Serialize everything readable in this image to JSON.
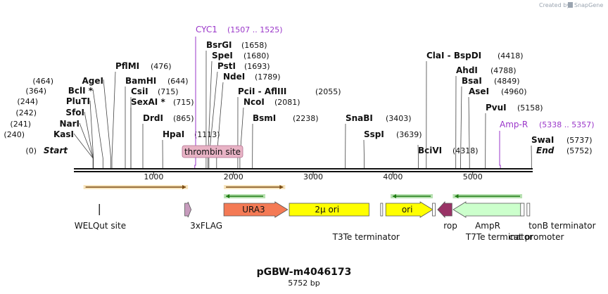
{
  "plasmid": {
    "name": "pGBW-m4046173",
    "size_label": "5752 bp"
  },
  "credit": {
    "prefix": "Created by",
    "brand": "SnapGene"
  },
  "map_scale": {
    "total_bp": 5752,
    "ticks": [
      1000,
      2000,
      3000,
      4000,
      5000
    ]
  },
  "sites": [
    {
      "name": "Start",
      "pos": "(0)",
      "bp": 0,
      "italic": true
    },
    {
      "name": "KasI",
      "pos": "(240)",
      "bp": 240
    },
    {
      "name": "SfoI",
      "pos": "(242)",
      "bp": 242
    },
    {
      "name": "NarI",
      "pos": "(241)",
      "bp": 241
    },
    {
      "name": "PluTI",
      "pos": "(244)",
      "bp": 244
    },
    {
      "name": "BclI *",
      "pos": "(364)",
      "bp": 364
    },
    {
      "name": "AgeI",
      "pos": "(464)",
      "bp": 464
    },
    {
      "name": "PflMI",
      "pos": "(476)",
      "bp": 476
    },
    {
      "name": "BamHI",
      "pos": "(644)",
      "bp": 644
    },
    {
      "name": "CsiI",
      "pos": "(715)",
      "bp": 715
    },
    {
      "name": "SexAI *",
      "pos": "(715)",
      "bp": 715
    },
    {
      "name": "DrdI",
      "pos": "(865)",
      "bp": 865
    },
    {
      "name": "HpaI",
      "pos": "(1113)",
      "bp": 1113
    },
    {
      "name": "BsrGI",
      "pos": "(1658)",
      "bp": 1658
    },
    {
      "name": "SpeI",
      "pos": "(1680)",
      "bp": 1680
    },
    {
      "name": "PstI",
      "pos": "(1693)",
      "bp": 1693
    },
    {
      "name": "NdeI",
      "pos": "(1789)",
      "bp": 1789
    },
    {
      "name": "PciI - AflIII",
      "pos": "(2055)",
      "bp": 2055
    },
    {
      "name": "NcoI",
      "pos": "(2081)",
      "bp": 2081
    },
    {
      "name": "BsmI",
      "pos": "(2238)",
      "bp": 2238
    },
    {
      "name": "SnaBI",
      "pos": "(3403)",
      "bp": 3403
    },
    {
      "name": "SspI",
      "pos": "(3639)",
      "bp": 3639
    },
    {
      "name": "BciVI",
      "pos": "(4318)",
      "bp": 4318
    },
    {
      "name": "ClaI - BspDI",
      "pos": "(4418)",
      "bp": 4418
    },
    {
      "name": "AhdI",
      "pos": "(4788)",
      "bp": 4788
    },
    {
      "name": "BsaI",
      "pos": "(4849)",
      "bp": 4849
    },
    {
      "name": "AseI",
      "pos": "(4960)",
      "bp": 4960
    },
    {
      "name": "PvuI",
      "pos": "(5158)",
      "bp": 5158
    },
    {
      "name": "SwaI",
      "pos": "(5737)",
      "bp": 5737
    },
    {
      "name": "End",
      "pos": "(5752)",
      "bp": 5752,
      "italic": true
    }
  ],
  "primers": [
    {
      "name": "CYC1",
      "range": "(1507 .. 1525)",
      "bp": 1516,
      "color": "#9a36c9"
    },
    {
      "name": "Amp-R",
      "range": "(5338 .. 5357)",
      "bp": 5347,
      "color": "#9a36c9"
    }
  ],
  "thrombin_label": "thrombin site",
  "features": [
    {
      "name": "WELQut site",
      "start": 320,
      "end": 340,
      "shape": "line",
      "color": "#333333",
      "label_pos": "below"
    },
    {
      "name": "3xFLAG",
      "start": 1390,
      "end": 1470,
      "shape": "arrow",
      "color": "#c79bbd",
      "label_pos": "below"
    },
    {
      "name": "URA3",
      "start": 1880,
      "end": 2680,
      "shape": "arrow",
      "color": "#f47a55",
      "label_pos": "inside"
    },
    {
      "name": "2μ ori",
      "start": 2700,
      "end": 3700,
      "shape": "box",
      "color": "#ffff00",
      "label_pos": "inside"
    },
    {
      "name": "T3Te terminator",
      "start": 3845,
      "end": 3870,
      "shape": "box",
      "color": "#ffffff",
      "label_pos": "below"
    },
    {
      "name": "ori",
      "start": 3910,
      "end": 4500,
      "shape": "arrow",
      "color": "#ffff00",
      "label_pos": "inside"
    },
    {
      "name": "T7Te terminator",
      "start": 4495,
      "end": 4530,
      "shape": "box",
      "color": "#ffffff",
      "label_pos": "below"
    },
    {
      "name": "rop",
      "start": 4560,
      "end": 4740,
      "shape": "arrow-left",
      "color": "#993366",
      "label_pos": "below"
    },
    {
      "name": "AmpR",
      "start": 4755,
      "end": 5620,
      "shape": "arrow-left",
      "color": "#ccffcc",
      "label_pos": "below"
    },
    {
      "name": "cat promoter",
      "start": 5600,
      "end": 5645,
      "shape": "box",
      "color": "#ffffff",
      "label_pos": "below"
    },
    {
      "name": "tonB terminator",
      "start": 5680,
      "end": 5715,
      "shape": "box",
      "color": "#ffffff",
      "label_pos": "below"
    }
  ],
  "orfs": [
    {
      "start": 120,
      "end": 1430,
      "direction": "right",
      "color": "#e8b548"
    },
    {
      "start": 1880,
      "end": 2650,
      "direction": "right",
      "color": "#e8b548"
    },
    {
      "start": 1880,
      "end": 2400,
      "direction": "left",
      "color": "#33aa22"
    },
    {
      "start": 3970,
      "end": 4500,
      "direction": "left",
      "color": "#33aa22"
    },
    {
      "start": 4750,
      "end": 5620,
      "direction": "left",
      "color": "#33aa22"
    }
  ]
}
